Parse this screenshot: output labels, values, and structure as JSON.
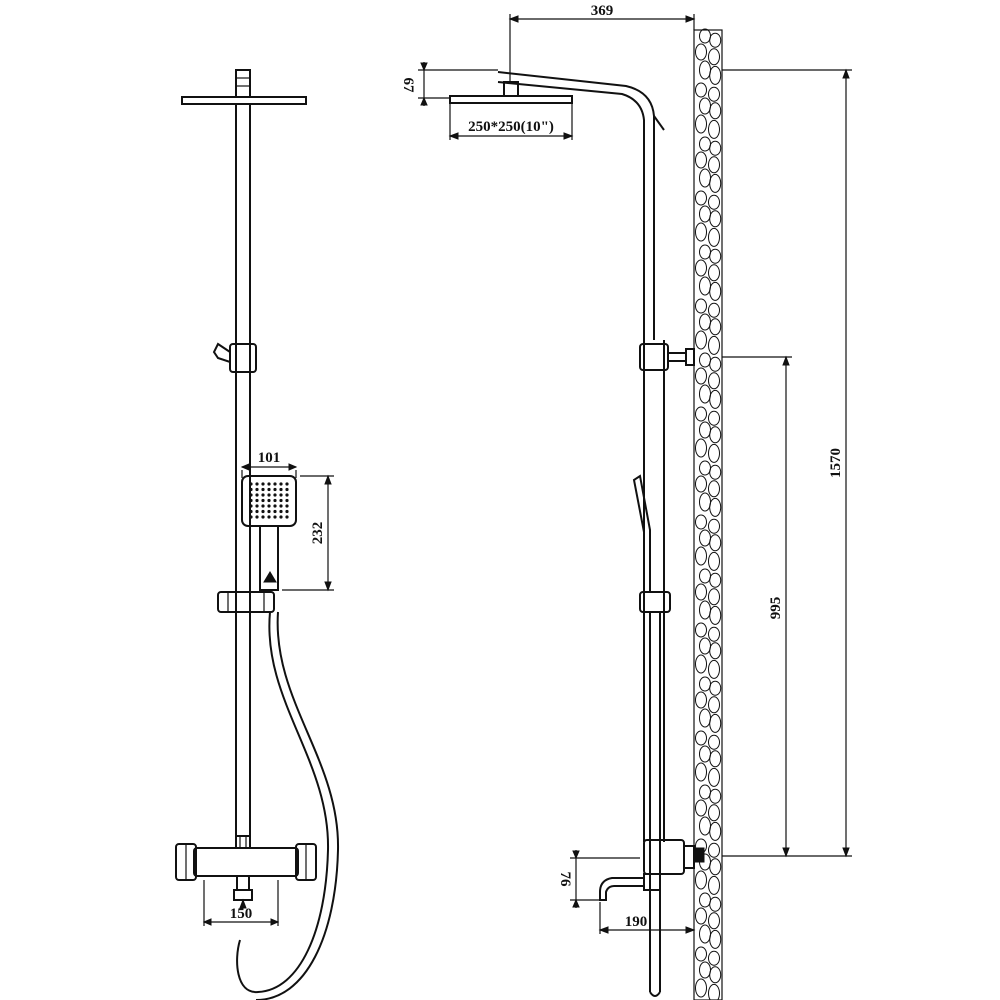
{
  "dimensions": {
    "hand_shower_width": "101",
    "hand_shower_height": "232",
    "mixer_width": "150",
    "arm_reach": "369",
    "head_offset": "67",
    "head_size": "250*250(10\")",
    "total_height": "1570",
    "bracket_height": "995",
    "spout_drop": "76",
    "spout_reach": "190"
  },
  "colors": {
    "line": "#111111",
    "background": "#ffffff"
  }
}
